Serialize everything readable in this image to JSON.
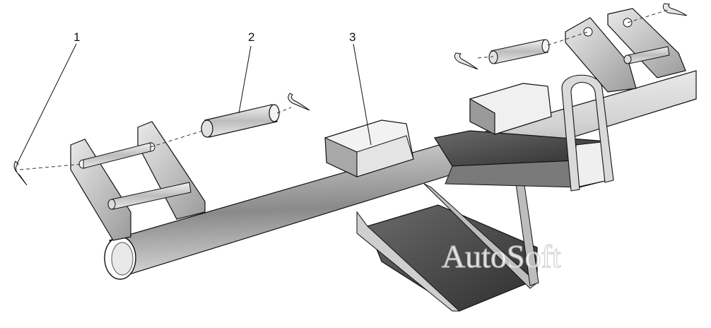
{
  "callouts": [
    {
      "id": "1",
      "label": "1"
    },
    {
      "id": "2",
      "label": "2"
    },
    {
      "id": "3",
      "label": "3"
    }
  ],
  "watermark": "AutoSoft",
  "colors": {
    "background": "#ffffff",
    "outline": "#111111",
    "metal_light": "#e6e6e6",
    "metal_mid": "#bdbdbd",
    "metal_dark": "#4a4a4a"
  }
}
